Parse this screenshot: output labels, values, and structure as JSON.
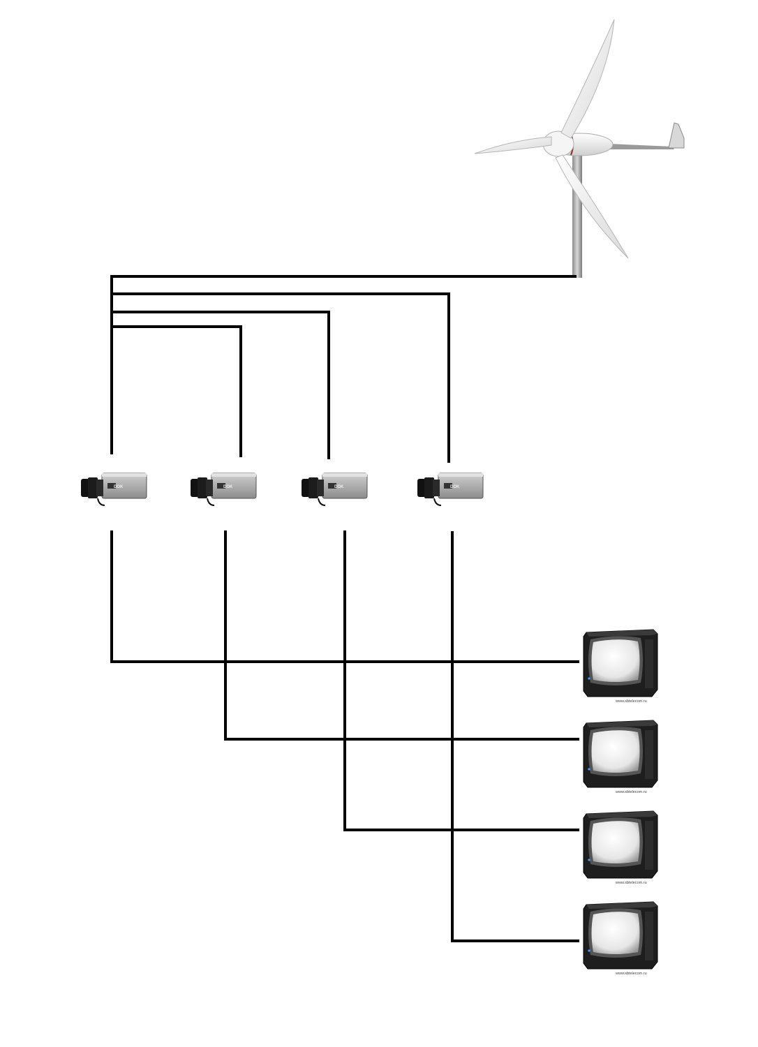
{
  "diagram": {
    "devices": {
      "wind_turbine": {
        "icon": "wind-turbine-icon",
        "color": "#f2f2f2"
      },
      "cameras": [
        {
          "icon": "cctv-camera-icon",
          "brand_text": "DOK"
        },
        {
          "icon": "cctv-camera-icon",
          "brand_text": "DOK"
        },
        {
          "icon": "cctv-camera-icon",
          "brand_text": "DOK"
        },
        {
          "icon": "cctv-camera-icon",
          "brand_text": "DOK"
        }
      ],
      "monitors": [
        {
          "icon": "crt-monitor-icon",
          "watermark": "www.sbtelecom.ru"
        },
        {
          "icon": "crt-monitor-icon",
          "watermark": "www.sbtelecom.ru"
        },
        {
          "icon": "crt-monitor-icon",
          "watermark": "www.sbtelecom.ru"
        },
        {
          "icon": "crt-monitor-icon",
          "watermark": "www.sbtelecom.ru"
        }
      ]
    },
    "connections": {
      "power": [
        "turbine → camera 1",
        "turbine → camera 2",
        "turbine → camera 3",
        "turbine → camera 4"
      ],
      "video": [
        "camera 1 → monitor 1",
        "camera 2 → monitor 2",
        "camera 3 → monitor 3",
        "camera 4 → monitor 4"
      ]
    },
    "colors": {
      "wire": "#000000",
      "background": "#ffffff",
      "camera_body": "#a8a8a8",
      "monitor_case": "#222222"
    }
  }
}
